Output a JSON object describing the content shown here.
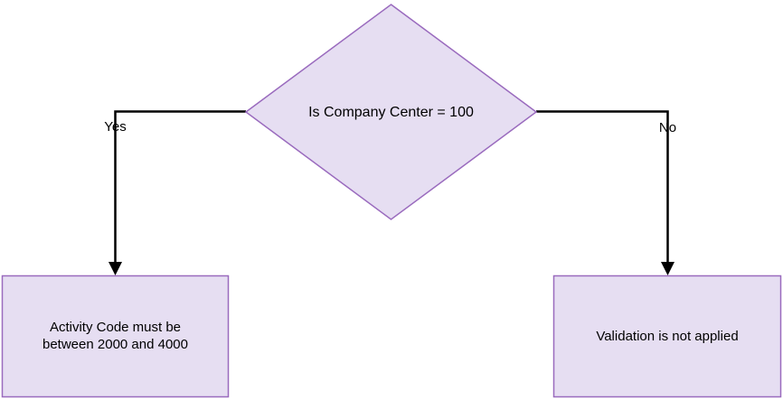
{
  "diagram": {
    "decision": {
      "label": "Is Company Center = 100"
    },
    "yes_branch": {
      "label": "Yes",
      "outcome": "Activity Code must be between 2000 and 4000"
    },
    "no_branch": {
      "label": "No",
      "outcome": "Validation is not applied"
    },
    "colors": {
      "node_fill": "#E6DEF2",
      "node_border": "#9A6BBE",
      "connector": "#000000",
      "text": "#000000"
    }
  }
}
